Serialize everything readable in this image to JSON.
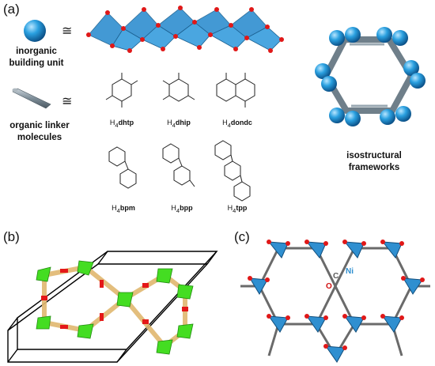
{
  "panels": {
    "a": {
      "label": "(a)"
    },
    "b": {
      "label": "(b)"
    },
    "c": {
      "label": "(c)"
    }
  },
  "legend": {
    "inorganic": {
      "line1": "inorganic",
      "line2": "building unit",
      "symbol": "≅"
    },
    "organic": {
      "line1": "organic linker",
      "line2": "molecules",
      "symbol": "≅"
    }
  },
  "frameworks_caption": {
    "line1": "isostructural",
    "line2": "frameworks"
  },
  "linkers": [
    {
      "prefix": "H",
      "sub": "4",
      "name": "dhtp"
    },
    {
      "prefix": "H",
      "sub": "4",
      "name": "dhip"
    },
    {
      "prefix": "H",
      "sub": "4",
      "name": "dondc"
    },
    {
      "prefix": "H",
      "sub": "4",
      "name": "bpm"
    },
    {
      "prefix": "H",
      "sub": "4",
      "name": "bpp"
    },
    {
      "prefix": "H",
      "sub": "4",
      "name": "tpp"
    }
  ],
  "atom_labels": {
    "c": "C",
    "o": "O",
    "ni": "Ni"
  },
  "colors": {
    "ni_blue": "#2f8fd0",
    "oxygen_red": "#d01010",
    "carbon_grey": "#6a6a6a",
    "linker_grey": "#8a9aa6",
    "node_green": "#44dd22"
  }
}
